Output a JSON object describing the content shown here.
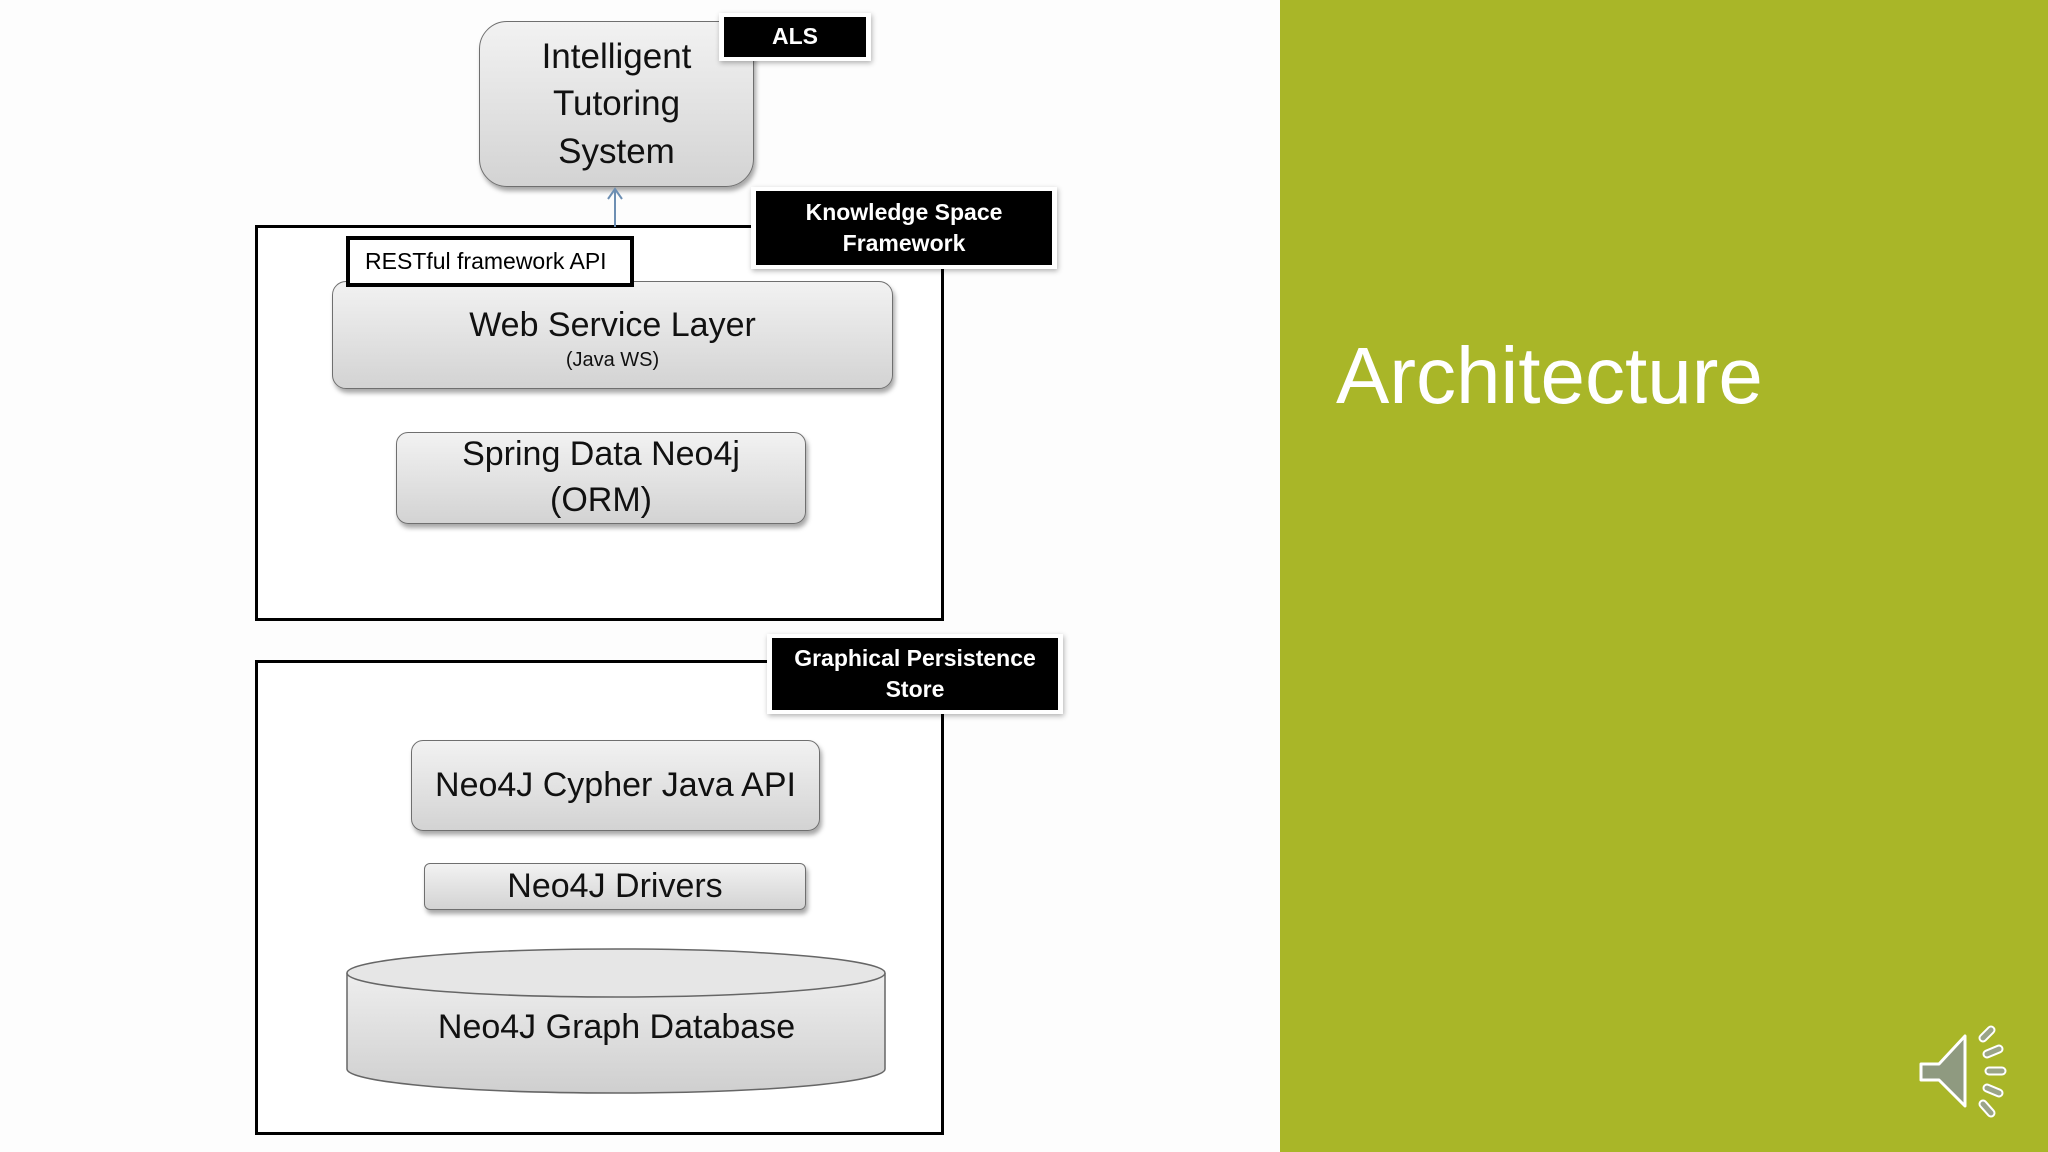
{
  "slide": {
    "title": "Architecture",
    "accent_color": "#a9b628"
  },
  "diagram": {
    "its": {
      "label_lines": [
        "Intelligent",
        "Tutoring",
        "System"
      ],
      "tag": "ALS"
    },
    "framework": {
      "tag_lines": [
        "Knowledge Space",
        "Framework"
      ],
      "api_label": "RESTful framework API",
      "web_service": {
        "title": "Web Service Layer",
        "subtitle": "(Java WS)"
      },
      "orm_lines": [
        "Spring Data Neo4j",
        "(ORM)"
      ]
    },
    "store": {
      "tag_lines": [
        "Graphical Persistence",
        "Store"
      ],
      "cypher": "Neo4J Cypher Java API",
      "drivers": "Neo4J Drivers",
      "database": "Neo4J Graph Database"
    }
  },
  "audio": {
    "icon": "speaker-icon"
  }
}
